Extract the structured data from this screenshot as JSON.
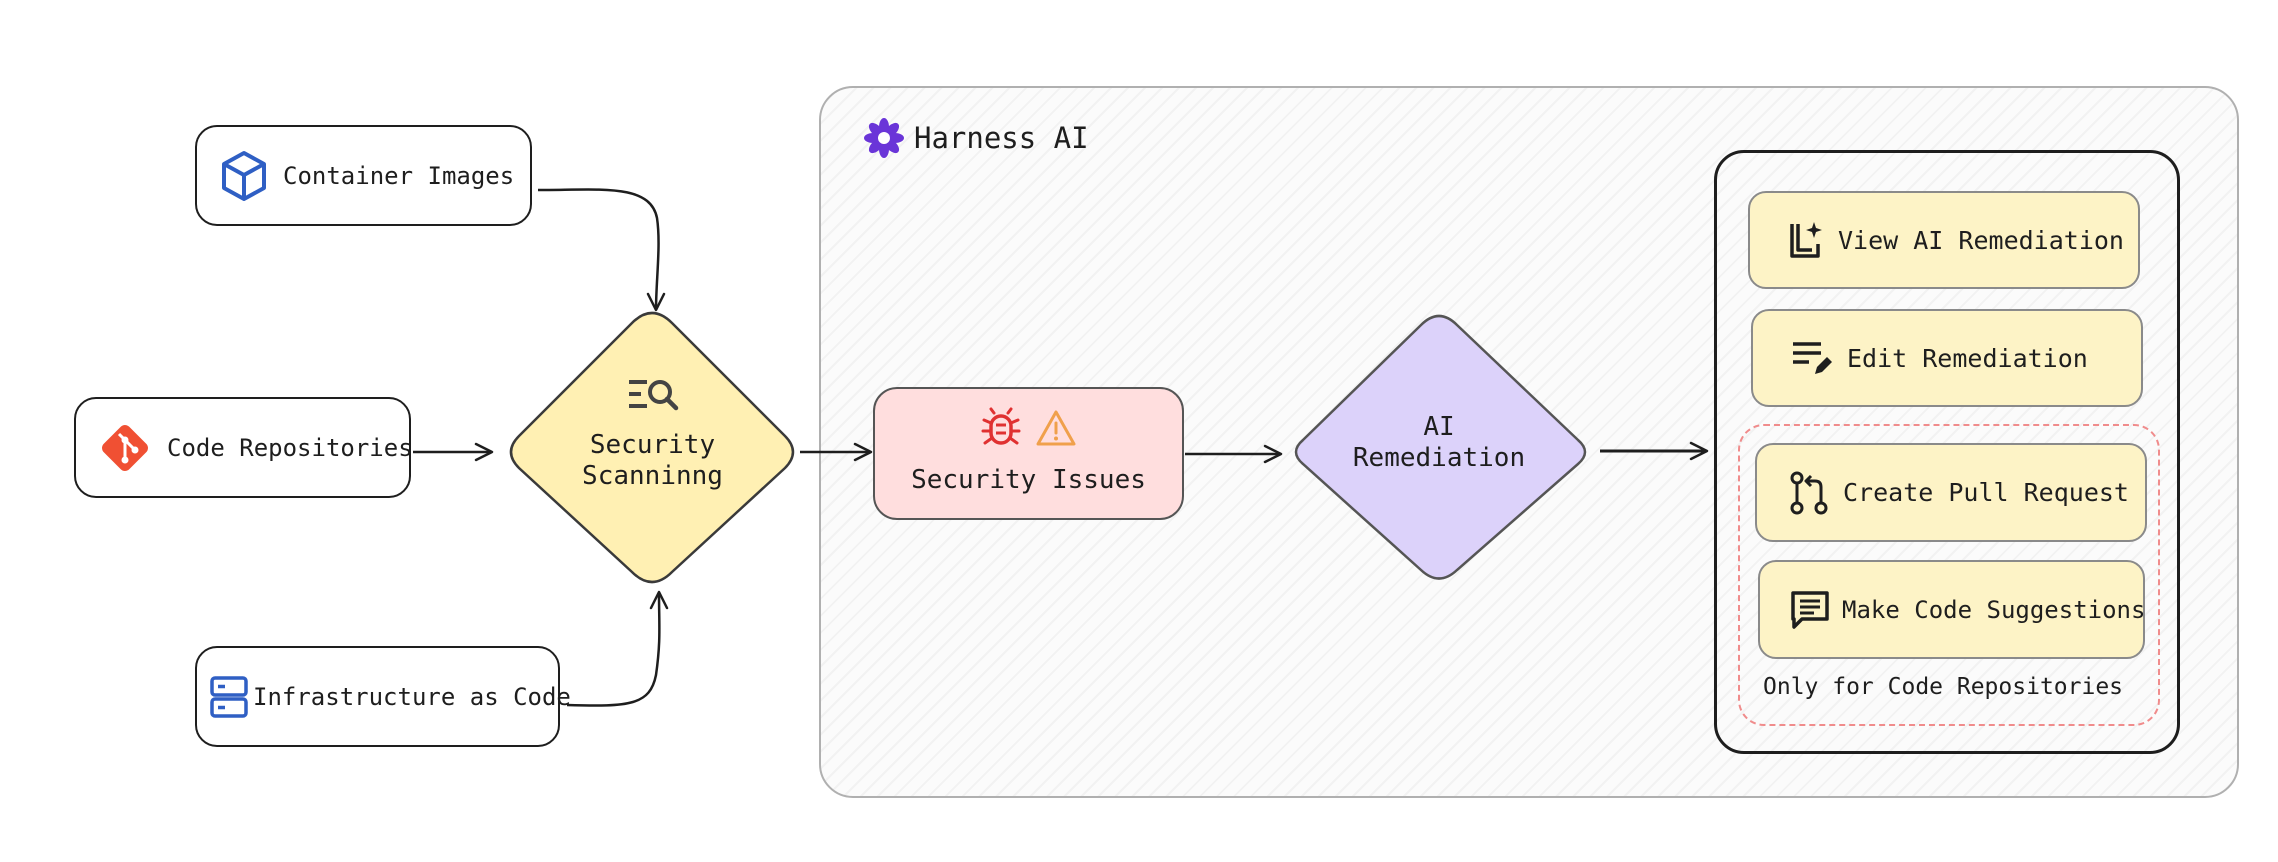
{
  "sources": {
    "container_images": "Container Images",
    "code_repositories": "Code Repositories",
    "infrastructure_as_code": "Infrastructure as Code"
  },
  "scanning": {
    "line1": "Security",
    "line2": "Scanninng"
  },
  "harness": {
    "title": "Harness AI"
  },
  "issues": {
    "label": "Security Issues"
  },
  "remediation": {
    "line1": "AI",
    "line2": "Remediation"
  },
  "actions": {
    "view": "View AI Remediation",
    "edit": "Edit Remediation",
    "pull_request": "Create Pull Request",
    "suggestions": "Make Code Suggestions",
    "note": "Only for Code Repositories"
  },
  "colors": {
    "scanning_fill": "#fff0b3",
    "issues_fill": "#ffdede",
    "remediation_fill": "#dcd2fa",
    "action_fill": "#fdf3c6",
    "dashed_border": "#f08c8c",
    "icon_blue": "#2f5fc4",
    "git_red": "#f05033",
    "harness_purple": "#6a35d8"
  }
}
